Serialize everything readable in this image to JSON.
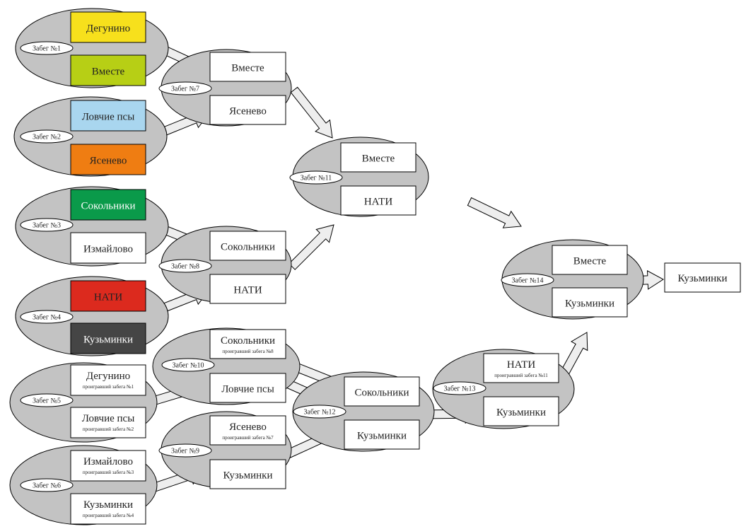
{
  "heats": [
    {
      "id": "h1",
      "label": "Забег №1",
      "teams": [
        {
          "name": "Дегунино",
          "note": "",
          "fill": "#f7e01c",
          "fg": "#222222"
        },
        {
          "name": "Вместе",
          "note": "",
          "fill": "#b7cf15",
          "fg": "#222222"
        }
      ]
    },
    {
      "id": "h2",
      "label": "Забег №2",
      "teams": [
        {
          "name": "Ловчие псы",
          "note": "",
          "fill": "#a9d6ef",
          "fg": "#222222"
        },
        {
          "name": "Ясенево",
          "note": "",
          "fill": "#ef7d12",
          "fg": "#222222"
        }
      ]
    },
    {
      "id": "h3",
      "label": "Забег №3",
      "teams": [
        {
          "name": "Сокольники",
          "note": "",
          "fill": "#0a9a4a",
          "fg": "#ffffff"
        },
        {
          "name": "Измайлово",
          "note": "",
          "fill": "#ffffff",
          "fg": "#222222"
        }
      ]
    },
    {
      "id": "h4",
      "label": "Забег №4",
      "teams": [
        {
          "name": "НАТИ",
          "note": "",
          "fill": "#dc2a1e",
          "fg": "#222222"
        },
        {
          "name": "Кузьминки",
          "note": "",
          "fill": "#454545",
          "fg": "#ffffff"
        }
      ]
    },
    {
      "id": "h5",
      "label": "Забег №5",
      "teams": [
        {
          "name": "Дегунино",
          "note": "проигравший забега №1",
          "fill": "#ffffff",
          "fg": "#222222"
        },
        {
          "name": "Ловчие псы",
          "note": "проигравший забега №2",
          "fill": "#ffffff",
          "fg": "#222222"
        }
      ]
    },
    {
      "id": "h6",
      "label": "Забег №6",
      "teams": [
        {
          "name": "Измайлово",
          "note": "проигравший забега №3",
          "fill": "#ffffff",
          "fg": "#222222"
        },
        {
          "name": "Кузьминки",
          "note": "проигравший забега №4",
          "fill": "#ffffff",
          "fg": "#222222"
        }
      ]
    },
    {
      "id": "h7",
      "label": "Забег №7",
      "teams": [
        {
          "name": "Вместе",
          "note": "",
          "fill": "#ffffff",
          "fg": "#222222"
        },
        {
          "name": "Ясенево",
          "note": "",
          "fill": "#ffffff",
          "fg": "#222222"
        }
      ]
    },
    {
      "id": "h8",
      "label": "Забег №8",
      "teams": [
        {
          "name": "Сокольники",
          "note": "",
          "fill": "#ffffff",
          "fg": "#222222"
        },
        {
          "name": "НАТИ",
          "note": "",
          "fill": "#ffffff",
          "fg": "#222222"
        }
      ]
    },
    {
      "id": "h10",
      "label": "Забег №10",
      "teams": [
        {
          "name": "Сокольники",
          "note": "проигравший забега №8",
          "fill": "#ffffff",
          "fg": "#222222"
        },
        {
          "name": "Ловчие псы",
          "note": "",
          "fill": "#ffffff",
          "fg": "#222222"
        }
      ]
    },
    {
      "id": "h9",
      "label": "Забег №9",
      "teams": [
        {
          "name": "Ясенево",
          "note": "проигравший забега №7",
          "fill": "#ffffff",
          "fg": "#222222"
        },
        {
          "name": "Кузьминки",
          "note": "",
          "fill": "#ffffff",
          "fg": "#222222"
        }
      ]
    },
    {
      "id": "h11",
      "label": "Забег №11",
      "teams": [
        {
          "name": "Вместе",
          "note": "",
          "fill": "#ffffff",
          "fg": "#222222"
        },
        {
          "name": "НАТИ",
          "note": "",
          "fill": "#ffffff",
          "fg": "#222222"
        }
      ]
    },
    {
      "id": "h12",
      "label": "Забег №12",
      "teams": [
        {
          "name": "Сокольники",
          "note": "",
          "fill": "#ffffff",
          "fg": "#222222"
        },
        {
          "name": "Кузьминки",
          "note": "",
          "fill": "#ffffff",
          "fg": "#222222"
        }
      ]
    },
    {
      "id": "h13",
      "label": "Забег №13",
      "teams": [
        {
          "name": "НАТИ",
          "note": "проигравший забега №11",
          "fill": "#ffffff",
          "fg": "#222222"
        },
        {
          "name": "Кузьминки",
          "note": "",
          "fill": "#ffffff",
          "fg": "#222222"
        }
      ]
    },
    {
      "id": "h14",
      "label": "Забег №14",
      "teams": [
        {
          "name": "Вместе",
          "note": "",
          "fill": "#ffffff",
          "fg": "#222222"
        },
        {
          "name": "Кузьминки",
          "note": "",
          "fill": "#ffffff",
          "fg": "#222222"
        }
      ]
    }
  ],
  "winner": {
    "name": "Кузьминки"
  },
  "colors": {
    "ellipse": "#c3c3c3",
    "stroke": "#000000",
    "arrow": "#eeeeee",
    "box": "#ffffff"
  }
}
